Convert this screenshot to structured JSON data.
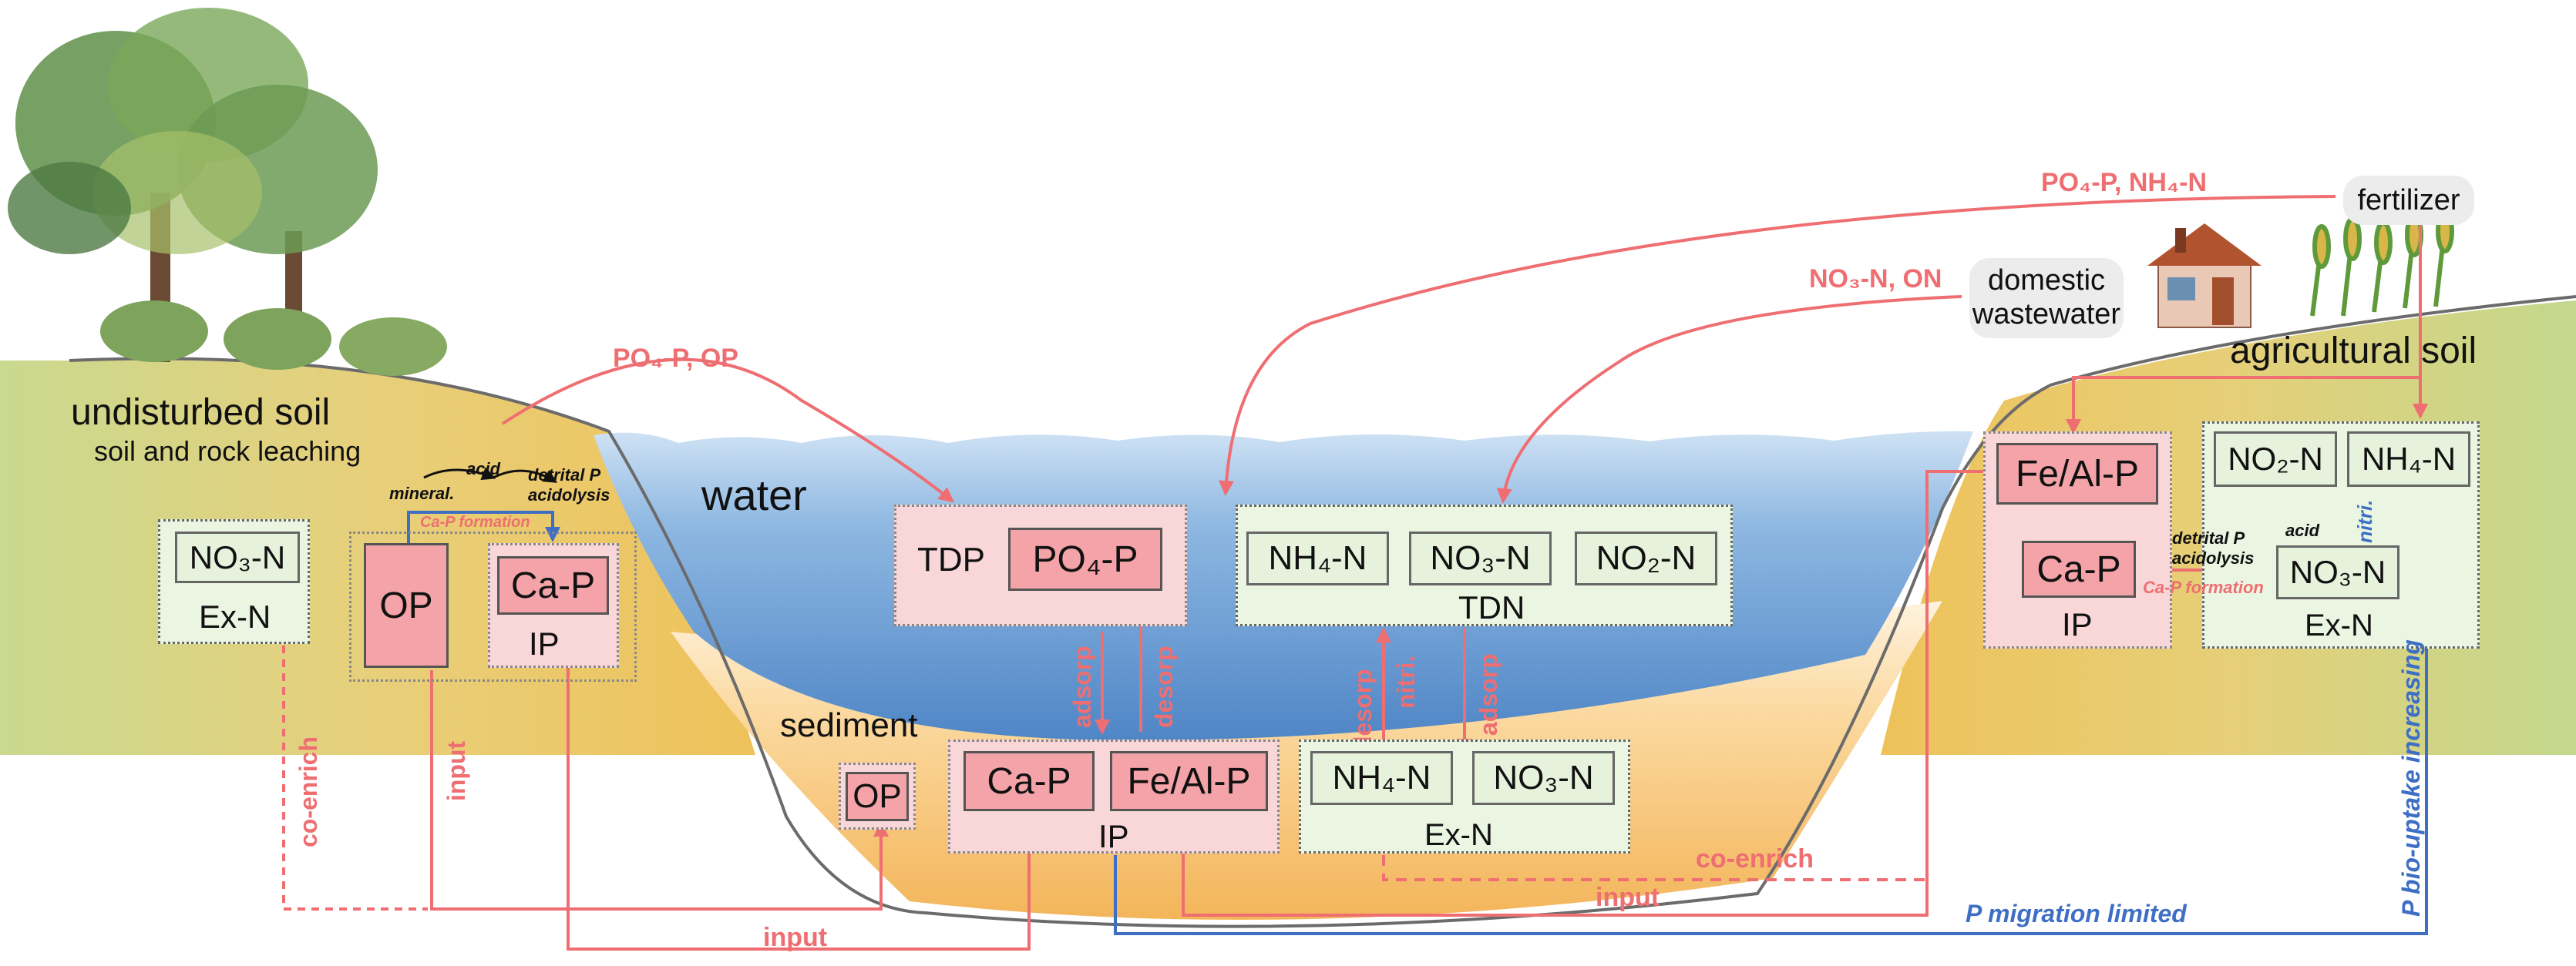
{
  "colors": {
    "red": "#ee6e72",
    "blue": "#3e6fc5",
    "pink": "#f4a3a8",
    "pink_panel": "#f9d6d8",
    "green_panel": "#eaf5e2",
    "water": "#5b92cf",
    "soil": "#e9c85c",
    "sediment": "#f6c56a"
  },
  "icons": [
    "trees-icon",
    "house-icon",
    "crops-icon"
  ],
  "regions": {
    "undisturbed_soil": "undisturbed soil",
    "undisturbed_sub": "soil and rock leaching",
    "water": "water",
    "sediment": "sediment",
    "agricultural_soil": "agricultural soil"
  },
  "sources": {
    "fertilizer": "fertilizer",
    "domestic_1": "domestic",
    "domestic_2": "wastewater"
  },
  "undisturbed": {
    "no3": "NO₃-N",
    "exn": "Ex-N",
    "op": "OP",
    "cap": "Ca-P",
    "ip": "IP",
    "mineral": "mineral.",
    "acid": "acid",
    "detrital1": "detrital P",
    "detrital2": "acidolysis",
    "ca_formation": "Ca-P formation"
  },
  "water_col": {
    "tdp": "TDP",
    "po4": "PO₄-P",
    "nh4": "NH₄-N",
    "no3": "NO₃-N",
    "no2": "NO₂-N",
    "tdn": "TDN"
  },
  "sediment_col": {
    "op": "OP",
    "cap": "Ca-P",
    "feal": "Fe/Al-P",
    "ip": "IP",
    "nh4": "NH₄-N",
    "no3": "NO₃-N",
    "exn": "Ex-N"
  },
  "agri": {
    "feal": "Fe/Al-P",
    "cap": "Ca-P",
    "ip": "IP",
    "no2": "NO₂-N",
    "nh4": "NH₄-N",
    "no3": "NO₃-N",
    "exn": "Ex-N",
    "acid": "acid",
    "detrital1": "detrital P",
    "detrital2": "acidolysis",
    "ca_formation": "Ca-P formation",
    "nitri": "nitri."
  },
  "labels": {
    "po4_op": "PO₄-P, OP",
    "po4_nh4": "PO₄-P, NH₄-N",
    "no3_on": "NO₃-N, ON",
    "adsorp": "adsorp",
    "desorp": "desorp",
    "desorp2": "desorp",
    "nitri": "nitri.",
    "adsorp2": "adsorp",
    "co_enrich_left": "co-enrich",
    "co_enrich_right": "co-enrich",
    "input_left": "input",
    "input_bottom": "input",
    "input_right": "input",
    "p_migration": "P migration limited",
    "p_bio": "P bio-uptake increasing"
  }
}
